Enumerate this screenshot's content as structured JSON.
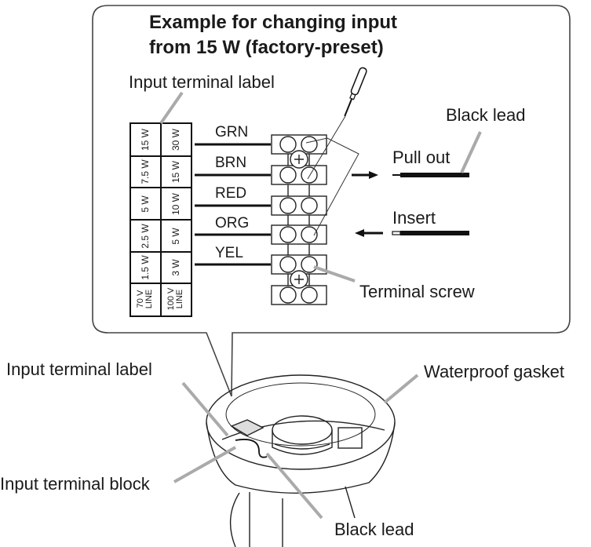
{
  "callout": {
    "title_line1": "Example for changing input",
    "title_line2": "from 15 W (factory-preset)",
    "input_terminal_label": "Input terminal label",
    "black_lead": "Black lead",
    "pull_out": "Pull out",
    "insert": "Insert",
    "terminal_screw": "Terminal screw",
    "wires": [
      "GRN",
      "BRN",
      "RED",
      "ORG",
      "YEL"
    ],
    "label_table": {
      "col_70v": [
        "15 W",
        "7.5 W",
        "5 W",
        "2.5 W",
        "1.5 W"
      ],
      "col_100v": [
        "30 W",
        "15 W",
        "10 W",
        "5 W",
        "3 W"
      ],
      "footer_70v": "70 V LINE",
      "footer_100v": "100 V LINE"
    }
  },
  "speaker": {
    "input_terminal_label": "Input terminal label",
    "waterproof_gasket": "Waterproof gasket",
    "input_terminal_block": "Input terminal block",
    "black_lead": "Black lead"
  }
}
